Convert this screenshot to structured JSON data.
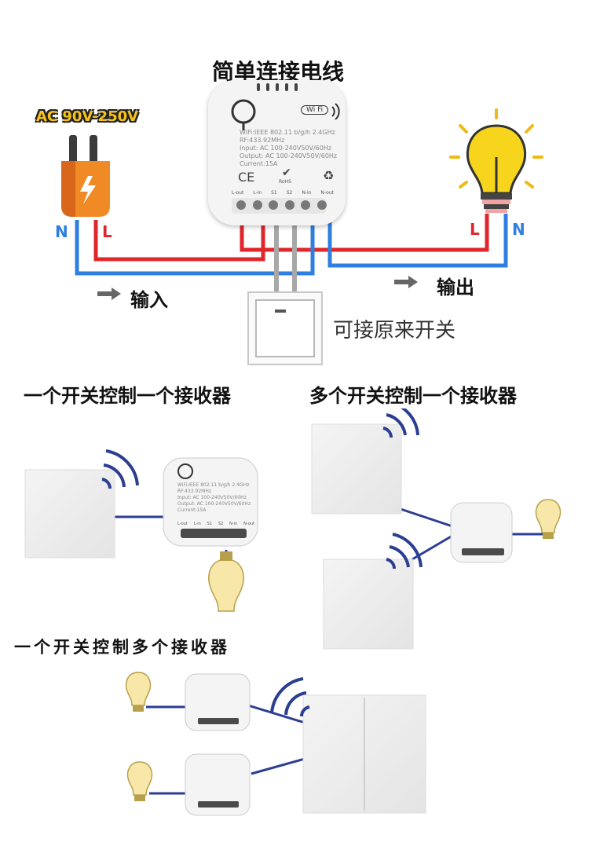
{
  "top": {
    "title": "简单连接电线",
    "voltage_label": "AC 90V-250V",
    "n_left": "N",
    "l_left": "L",
    "l_right": "L",
    "n_right": "N",
    "input_label": "输入",
    "output_label": "输出",
    "switch_caption": "可接原来开关"
  },
  "module": {
    "wifi_badge": "Wi Fi",
    "spec_lines": [
      "WiFi:IEEE 802.11 b/g/h 2.4GHz",
      "RF:433.92MHz",
      "Input: AC 100-240V50V/60Hz",
      "Output: AC 100-240V50V/60Hz",
      "Current:15A"
    ],
    "ce": "CE",
    "rohs": "RoHS",
    "terminals": [
      "L-out",
      "L-in",
      "S1",
      "S2",
      "N-in",
      "N-out"
    ]
  },
  "small_module": {
    "spec_lines": [
      "WiFi:IEEE 802.11 b/g/h 2.4GHz",
      "RF:433.92MHz",
      "Input: AC 100-240V50V/60Hz",
      "Output: AC 100-240V50V/60Hz",
      "Current:15A"
    ],
    "terminals": [
      "L-out",
      "L-in",
      "S1",
      "S2",
      "N-in",
      "N-out"
    ]
  },
  "sections": {
    "one_to_one": "一个开关控制一个接收器",
    "many_to_one": "多个开关控制一个接收器",
    "one_to_many": "一个开关控制多个接收器"
  },
  "colors": {
    "live": "#e0262b",
    "neutral": "#2f7fe0",
    "link": "#2c3e91",
    "plug": "#f08a24",
    "bulb": "#f7d51c",
    "voltage_text": "#f7c21a"
  }
}
